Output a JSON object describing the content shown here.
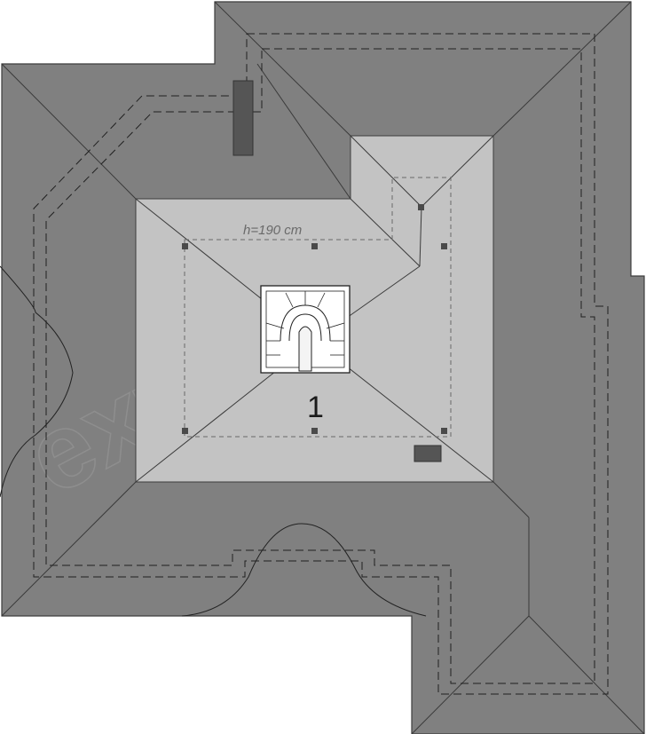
{
  "plan": {
    "height_label": "h=190 cm",
    "room_number": "1",
    "watermark": "extradom"
  },
  "colors": {
    "roof": "#808080",
    "attic_floor": "#c3c3c3",
    "background": "#ffffff"
  }
}
